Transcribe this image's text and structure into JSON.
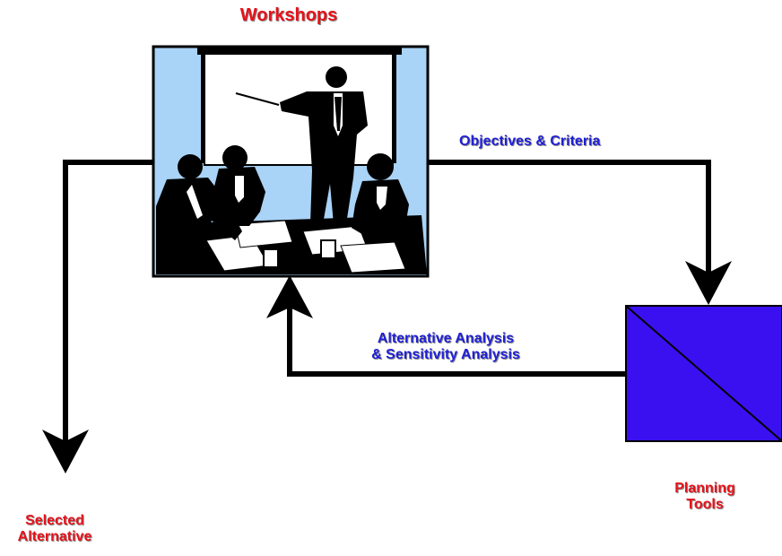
{
  "diagram": {
    "workshops_label": "Workshops",
    "objectives_label": "Objectives & Criteria",
    "analysis_label": {
      "line1": "Alternative Analysis",
      "line2": "& Sensitivity Analysis"
    },
    "planning_label": {
      "line1": "Planning",
      "line2": "Tools"
    },
    "selected_label": {
      "line1": "Selected",
      "line2": "Alternative"
    },
    "workshops_image": "meeting-presentation-clipart",
    "planning_box_icon": "diagonal-split-box",
    "colors": {
      "heading_red": "#e8121a",
      "label_blue": "#1f1fd6",
      "box_blue": "#3b10f0",
      "image_bg": "#a9d3f7",
      "line_black": "#000000"
    }
  }
}
